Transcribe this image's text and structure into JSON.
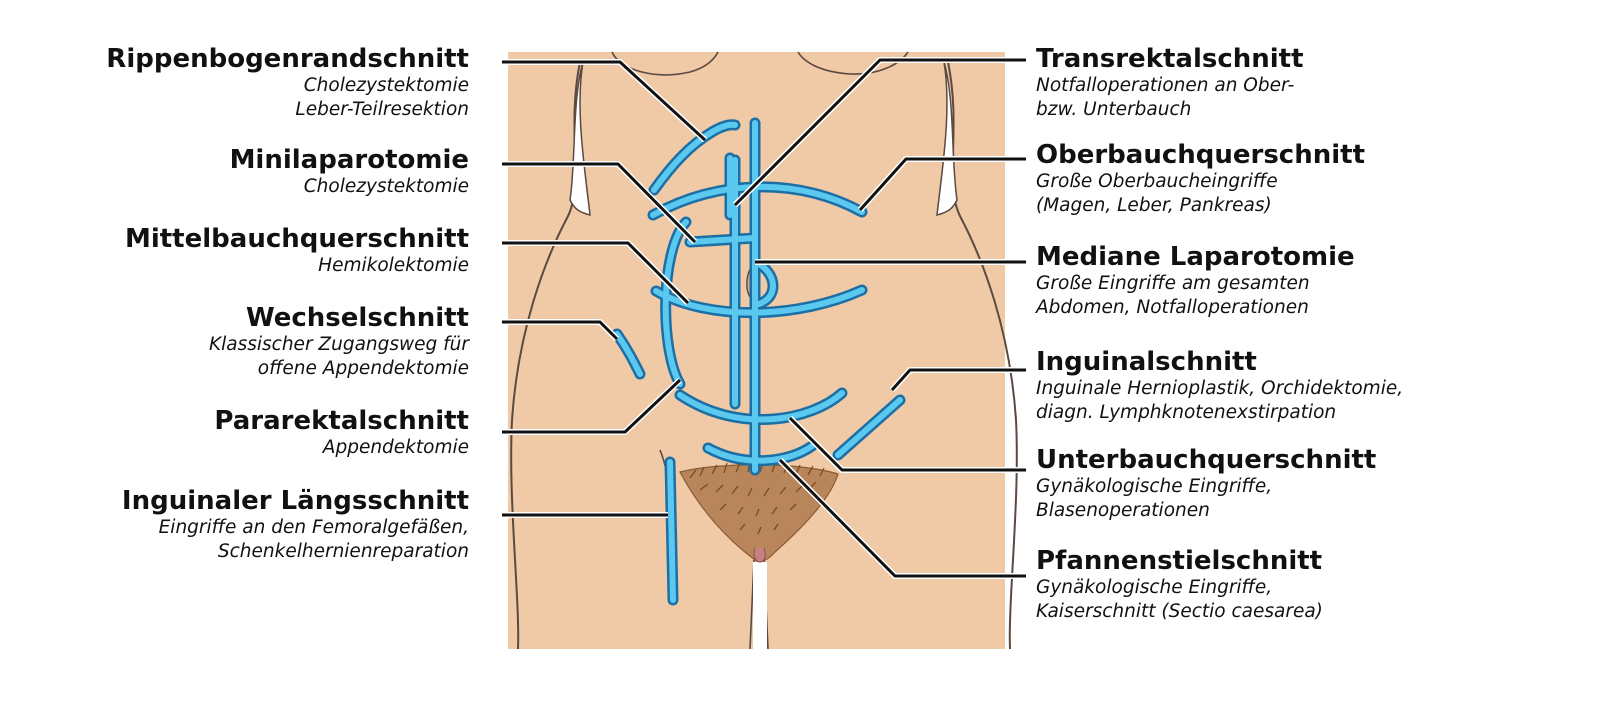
{
  "colors": {
    "skin": "#f0c9a7",
    "skin_outline": "#5a4a40",
    "incision": "#5bc8f0",
    "incision_edge": "#1b6fa5",
    "leader": "#111111",
    "hair": "#a0703f"
  },
  "labels": {
    "left": [
      {
        "id": "rippenbogenrandschnitt",
        "title": "Rippenbogenrandschnitt",
        "lines": [
          "Cholezystektomie",
          "Leber-Teilresektion"
        ]
      },
      {
        "id": "minilaparotomie",
        "title": "Minilaparotomie",
        "lines": [
          "Cholezystektomie"
        ]
      },
      {
        "id": "mittelbauchquerschnitt",
        "title": "Mittelbauchquerschnitt",
        "lines": [
          "Hemikolektomie"
        ]
      },
      {
        "id": "wechselschnitt",
        "title": "Wechselschnitt",
        "lines": [
          "Klassischer Zugangsweg für",
          "offene Appendektomie"
        ]
      },
      {
        "id": "pararektalschnitt",
        "title": "Pararektalschnitt",
        "lines": [
          "Appendektomie"
        ]
      },
      {
        "id": "inguinaler-laengsschnitt",
        "title": "Inguinaler Längsschnitt",
        "lines": [
          "Eingriffe an den Femoralgefäßen,",
          "Schenkelhernienreparation"
        ]
      }
    ],
    "right": [
      {
        "id": "transrektalschnitt",
        "title": "Transrektalschnitt",
        "lines": [
          "Notfalloperationen an Ober-",
          "bzw. Unterbauch"
        ]
      },
      {
        "id": "oberbauchquerschnitt",
        "title": "Oberbauchquerschnitt",
        "lines": [
          "Große Oberbaucheingriffe",
          "(Magen, Leber, Pankreas)"
        ]
      },
      {
        "id": "mediane-laparotomie",
        "title": "Mediane Laparotomie",
        "lines": [
          "Große Eingriffe am gesamten",
          "Abdomen, Notfalloperationen"
        ]
      },
      {
        "id": "inguinalschnitt",
        "title": "Inguinalschnitt",
        "lines": [
          "Inguinale Hernioplastik, Orchidektomie,",
          "diagn. Lymphknotenexstirpation"
        ]
      },
      {
        "id": "unterbauchquerschnitt",
        "title": "Unterbauchquerschnitt",
        "lines": [
          "Gynäkologische Eingriffe,",
          "Blasenoperationen"
        ]
      },
      {
        "id": "pfannenstielschnitt",
        "title": "Pfannenstielschnitt",
        "lines": [
          "Gynäkologische Eingriffe,",
          "Kaiserschnitt (Sectio caesarea)"
        ]
      }
    ]
  }
}
